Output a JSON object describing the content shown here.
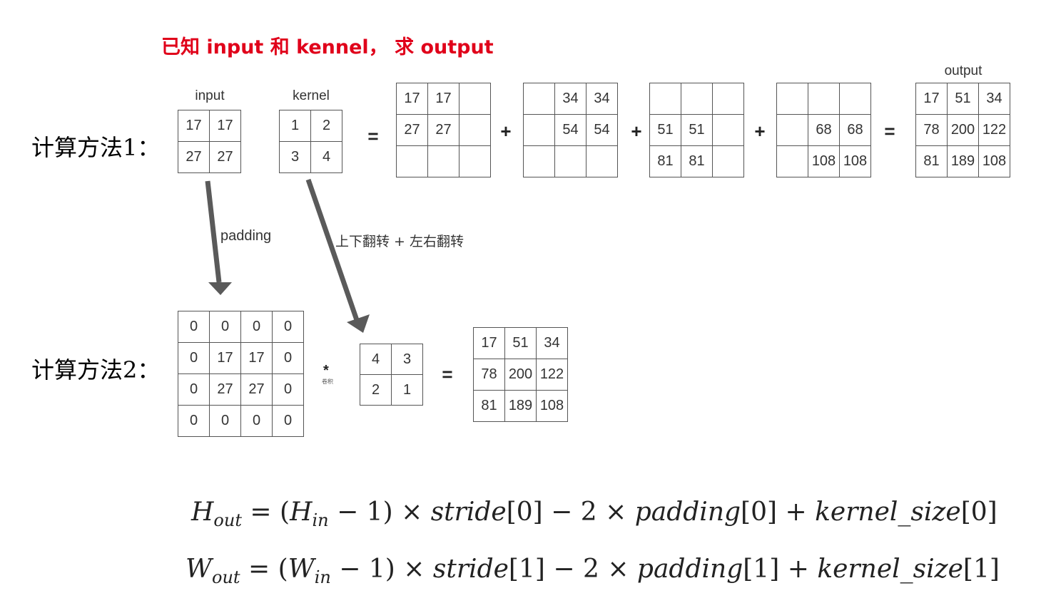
{
  "title": "已知 input 和 kennel， 求 output",
  "method1_label": "计算方法1：",
  "method2_label": "计算方法2：",
  "labels": {
    "input": "input",
    "kernel": "kernel",
    "output": "output"
  },
  "arrows": {
    "padding": "padding",
    "flip": "上下翻转 + 左右翻转"
  },
  "ops": {
    "equals": "=",
    "plus": "+",
    "conv": "*",
    "conv_small": "卷积"
  },
  "m1_input": [
    "17",
    "17",
    "27",
    "27"
  ],
  "m1_kernel": [
    "1",
    "2",
    "3",
    "4"
  ],
  "m1_p1": [
    "17",
    "17",
    "",
    "27",
    "27",
    "",
    "",
    "",
    ""
  ],
  "m1_p2": [
    "",
    "34",
    "34",
    "",
    "54",
    "54",
    "",
    "",
    ""
  ],
  "m1_p3": [
    "",
    "",
    "",
    "51",
    "51",
    "",
    "81",
    "81",
    ""
  ],
  "m1_p4": [
    "",
    "",
    "",
    "",
    "68",
    "68",
    "",
    "108",
    "108"
  ],
  "m1_output": [
    "17",
    "51",
    "34",
    "78",
    "200",
    "122",
    "81",
    "189",
    "108"
  ],
  "m2_padded": [
    "0",
    "0",
    "0",
    "0",
    "0",
    "17",
    "17",
    "0",
    "0",
    "27",
    "27",
    "0",
    "0",
    "0",
    "0",
    "0"
  ],
  "m2_kernel": [
    "4",
    "3",
    "2",
    "1"
  ],
  "m2_output": [
    "17",
    "51",
    "34",
    "78",
    "200",
    "122",
    "81",
    "189",
    "108"
  ],
  "formula_h": {
    "lhs": "H",
    "lhs_sub": "out",
    "eq": " = (",
    "in": "H",
    "in_sub": "in",
    "rest_a": " − 1) × ",
    "stride": "stride",
    "idx_a": "[0] − 2 × ",
    "padding": "padding",
    "idx_b": "[0] + ",
    "ks": "kernel_size",
    "idx_c": "[0]"
  },
  "formula_w": {
    "lhs": "W",
    "lhs_sub": "out",
    "eq": " = (",
    "in": "W",
    "in_sub": "in",
    "rest_a": " − 1) × ",
    "stride": "stride",
    "idx_a": "[1] − 2 × ",
    "padding": "padding",
    "idx_b": "[1] + ",
    "ks": "kernel_size",
    "idx_c": "[1]"
  }
}
